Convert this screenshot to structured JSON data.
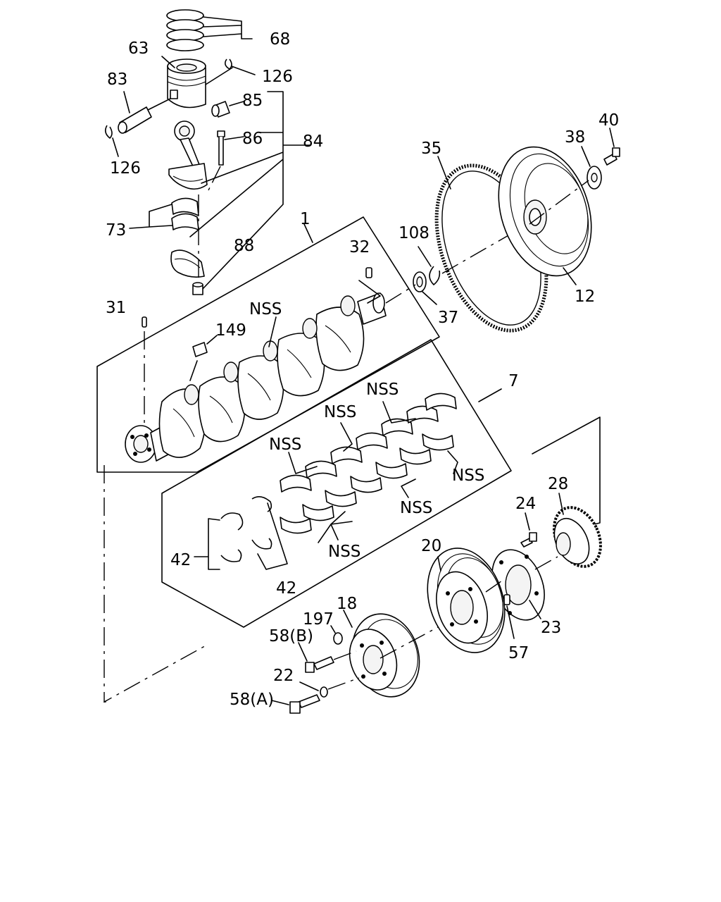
{
  "labels": {
    "l68": "68",
    "l63": "63",
    "l126a": "126",
    "l83": "83",
    "l85": "85",
    "l86": "86",
    "l84": "84",
    "l126b": "126",
    "l73": "73",
    "l88": "88",
    "l1": "1",
    "l32": "32",
    "l31": "31",
    "l149": "149",
    "nss1": "NSS",
    "l35": "35",
    "l38": "38",
    "l40": "40",
    "l108": "108",
    "l37": "37",
    "l12": "12",
    "l7": "7",
    "nss2": "NSS",
    "nss3": "NSS",
    "nss4": "NSS",
    "nss5": "NSS",
    "nss6": "NSS",
    "nss7": "NSS",
    "l42a": "42",
    "l42b": "42",
    "l28": "28",
    "l24": "24",
    "l20": "20",
    "l23": "23",
    "l57": "57",
    "l18": "18",
    "l197": "197",
    "l58b": "58(B)",
    "l22": "22",
    "l58a": "58(A)"
  }
}
